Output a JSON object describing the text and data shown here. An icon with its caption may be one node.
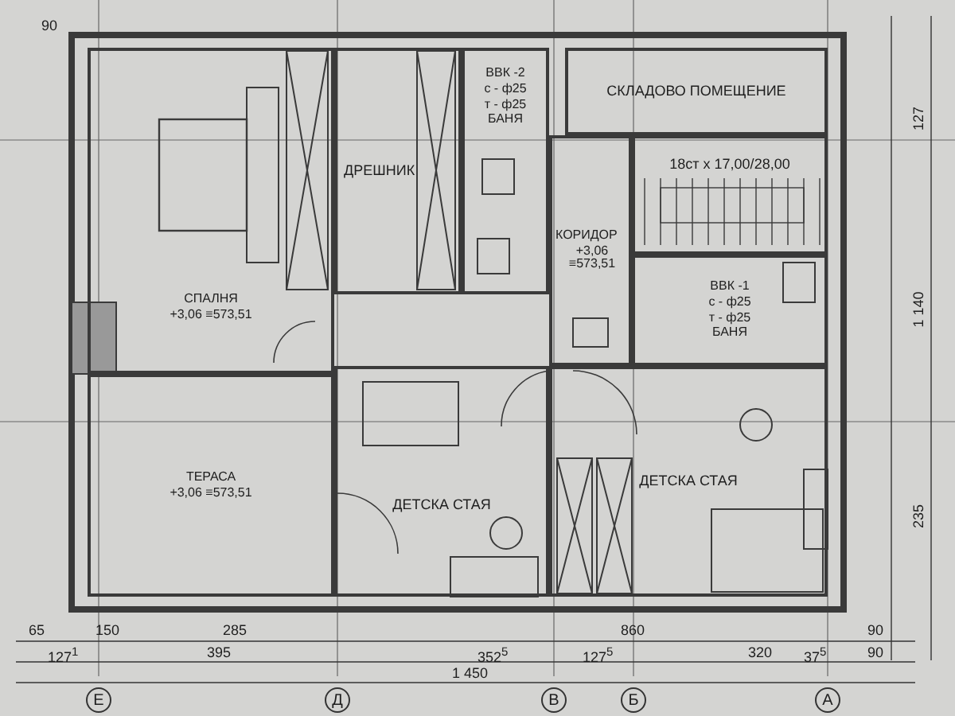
{
  "diagram": {
    "nodes": [
      {
        "text": [
          "СПАЛНЯ",
          "+3,06 ≡573,51"
        ]
      },
      {
        "text": [
          "ДРЕШНИК"
        ]
      },
      {
        "text": [
          "ВВК -2",
          "с - ф25",
          "т - ф25",
          "БАНЯ"
        ]
      },
      {
        "text": [
          "СКЛАДОВО ПОМЕЩЕНИЕ"
        ]
      },
      {
        "text": [
          "КОРИДОР",
          "+3,06 ≡573,51"
        ]
      },
      {
        "text": [
          "18ст x 17,00/28,00"
        ]
      },
      {
        "text": [
          "ВВК -1",
          "с - ф25",
          "т - ф25",
          "БАНЯ"
        ]
      },
      {
        "text": [
          "ТЕРАСА",
          "+3,06 ≡573,51"
        ]
      },
      {
        "text": [
          "ДЕТСКА СТАЯ"
        ]
      },
      {
        "text": [
          "ДЕТСКА СТАЯ"
        ]
      }
    ],
    "edges": [],
    "labels": [
      "90",
      "65",
      "150",
      "285",
      "860",
      "90",
      "127$^{1}$",
      "395",
      "352$^{5}$",
      "127$^{5}$",
      "320",
      "37$^{5}$",
      "90",
      "1 450",
      "Е",
      "Д",
      "В",
      "Б",
      "А",
      "127",
      "1 140",
      "235"
    ]
  }
}
